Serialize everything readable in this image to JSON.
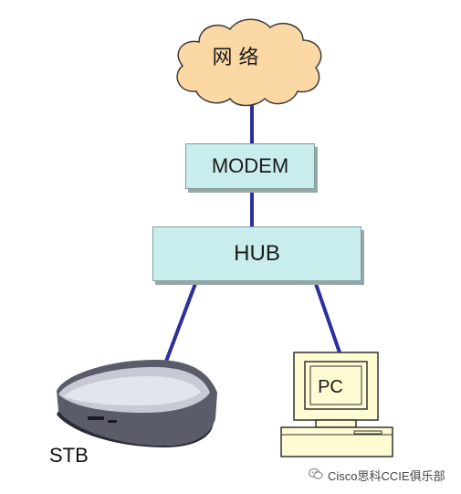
{
  "nodes": {
    "cloud_label": "网 络",
    "modem_label": "MODEM",
    "hub_label": "HUB",
    "pc_label": "PC",
    "stb_label": "STB"
  },
  "watermark": {
    "text": "Cisco思科CCIE俱乐部",
    "icon": "wechat-icon"
  },
  "colors": {
    "link": "#2b2f9c",
    "box_fill": "#c9ecec",
    "cloud_fill": "#fbd8a4",
    "pc_fill": "#fffbd2"
  }
}
